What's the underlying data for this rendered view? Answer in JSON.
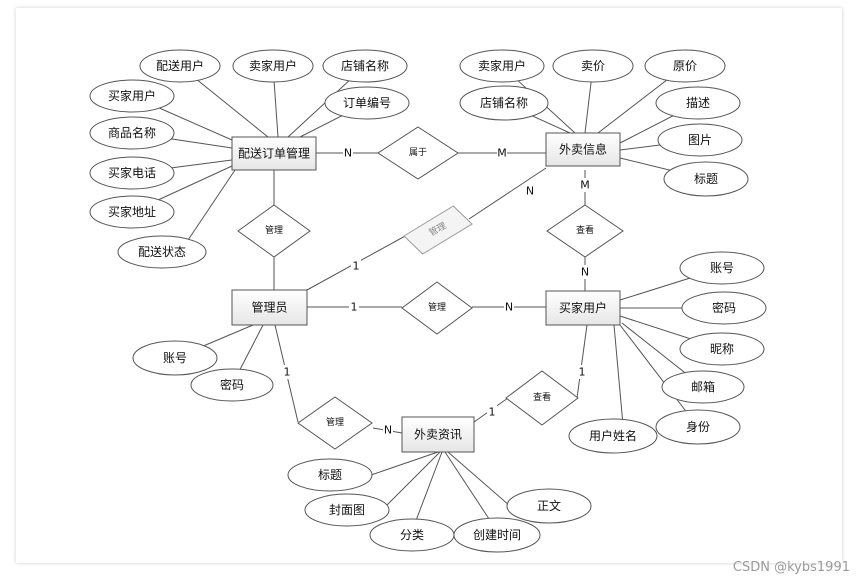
{
  "watermark": "CSDN @kybs1991",
  "entities": {
    "delivery_order": "配送订单管理",
    "takeout_info": "外卖信息",
    "admin": "管理员",
    "buyer": "买家用户",
    "takeout_news": "外卖资讯"
  },
  "relationships": {
    "belongs": "属于",
    "manage_order": "管理",
    "manage_info": "管理",
    "view_info": "查看",
    "manage_buyer": "管理",
    "manage_news": "管理",
    "view_news": "查看"
  },
  "attributes": {
    "delivery_order": [
      "配送用户",
      "卖家用户",
      "店铺名称",
      "订单编号",
      "买家用户",
      "商品名称",
      "买家电话",
      "买家地址",
      "配送状态"
    ],
    "takeout_info": [
      "卖家用户",
      "卖价",
      "原价",
      "店铺名称",
      "描述",
      "图片",
      "标题"
    ],
    "admin": [
      "账号",
      "密码"
    ],
    "buyer": [
      "账号",
      "密码",
      "昵称",
      "邮箱",
      "身份",
      "用户姓名"
    ],
    "takeout_news": [
      "标题",
      "封面图",
      "分类",
      "创建时间",
      "正文"
    ]
  },
  "cardinalities": {
    "order_belongs": "N",
    "info_belongs": "M",
    "admin_info": "1",
    "info_admin": "N",
    "info_view": "M",
    "buyer_view": "N",
    "admin_buyer": "1",
    "buyer_admin": "N",
    "admin_news": "1",
    "news_admin": "N",
    "news_view": "1",
    "buyer_news": "1"
  },
  "colors": {
    "line": "#555555",
    "entity_fill": "#f3f3f3",
    "shape_fill": "#ffffff",
    "border": "#555555",
    "text": "#111111"
  }
}
